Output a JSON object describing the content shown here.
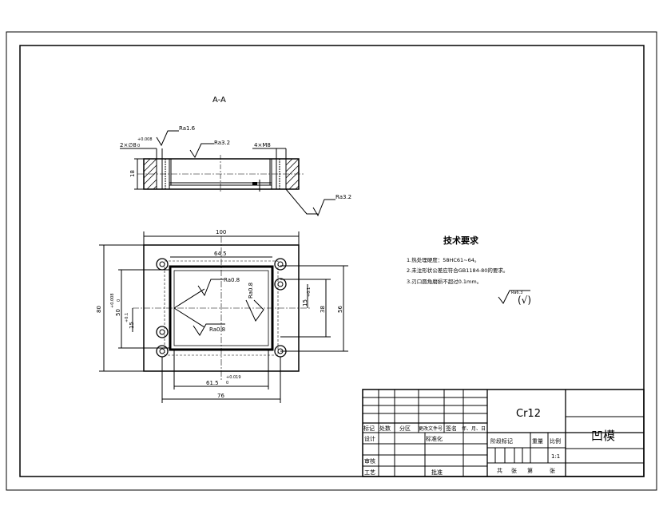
{
  "section_label": "A-A",
  "section_view": {
    "rough_top": "Ra1.6",
    "rough_mid": "Ra3.2",
    "rough_side": "Ra3.2",
    "dim_left_top": "2×∅8",
    "dim_left_tol": "+0.008",
    "dim_left_tol2": "0",
    "dim_right_top": "4×M8",
    "dim_height": "18"
  },
  "plan_view": {
    "dim_width": "100",
    "dim_inner_width": "64.5",
    "dim_height": "80",
    "dim_inner_height": "50",
    "dim_inner_height_tol": "+0.008",
    "dim_inner_height_tol2": "0",
    "dim_small_left": "15",
    "dim_small_left_tol": "+0.1",
    "dim_small_right": "15",
    "dim_small_right_tol": "+0.1",
    "dim_right_a": "38",
    "dim_right_b": "56",
    "dim_bottom_inner": "61.5",
    "dim_bottom_inner_tol": "+0.019",
    "dim_bottom_inner_tol2": "0",
    "dim_bottom": "76",
    "rough_a": "Ra0.8",
    "rough_b": "Ra0.8",
    "rough_c": "Ra0.8"
  },
  "tech_req": {
    "title": "技术要求",
    "items": [
      "1.热处理硬度：58HC61~64。",
      "2.未注形状公差应符合GB1184-80的要求。",
      "3.刃口圆角磨损不超过0.1mm。"
    ],
    "rough_symbol": "Ra6.3",
    "rough_paren": "(√)"
  },
  "title_block": {
    "material": "Cr12",
    "part_name": "凹模",
    "row_labels": [
      "标记",
      "处数",
      "分区",
      "更改文件号",
      "签名",
      "年、月、日"
    ],
    "design": "设计",
    "standard": "标准化",
    "review": "审核",
    "process": "工艺",
    "approve": "批准",
    "stage_mark": "阶段标记",
    "weight": "重量",
    "scale": "比例",
    "scale_value": "1:1",
    "total": "共",
    "sheet": "张",
    "no": "第",
    "sheet2": "张"
  }
}
